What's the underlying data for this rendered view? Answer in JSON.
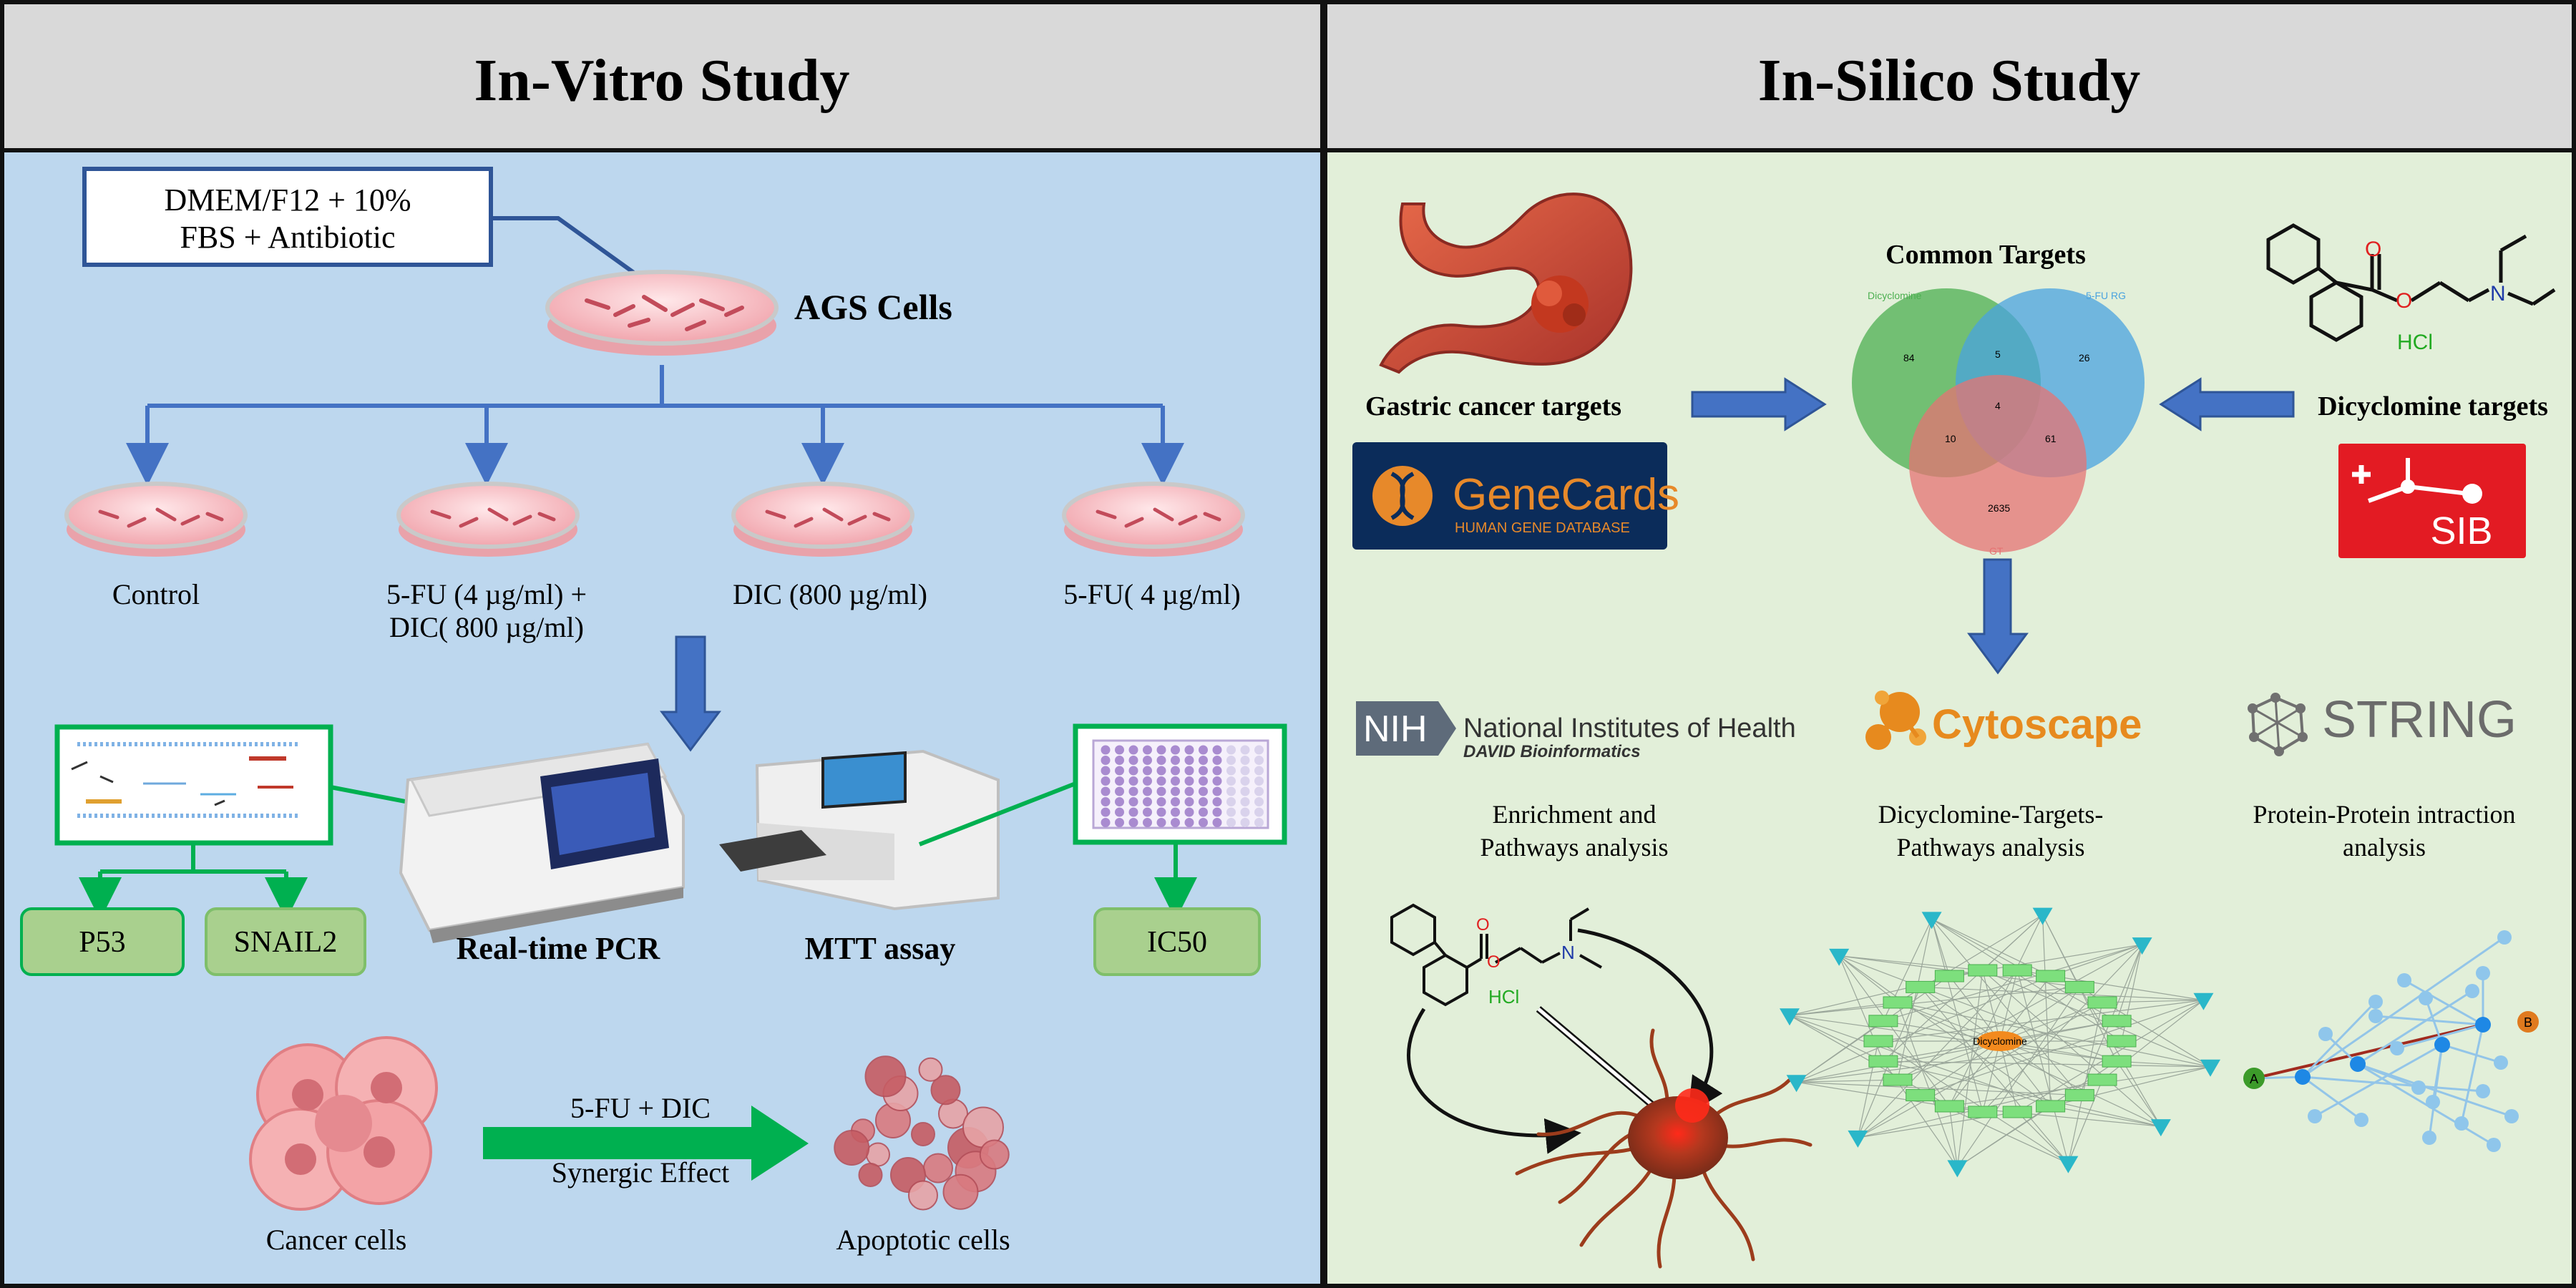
{
  "left_panel": {
    "title": "In-Vitro Study",
    "medium_line1": "DMEM/F12 + 10%",
    "medium_line2": "FBS + Antibiotic",
    "cells_label": "AGS Cells",
    "treatments": [
      {
        "line1": "Control",
        "line2": ""
      },
      {
        "line1": "5-FU (4 µg/ml) +",
        "line2": "DIC( 800 µg/ml)"
      },
      {
        "line1": "DIC (800 µg/ml)",
        "line2": ""
      },
      {
        "line1": "5-FU( 4 µg/ml)",
        "line2": ""
      }
    ],
    "pcr_label": "Real-time PCR",
    "mtt_label": "MTT assay",
    "genes": [
      "P53",
      "SNAIL2"
    ],
    "ic50_label": "IC50",
    "combo_label": "5-FU + DIC",
    "effect_label": "Synergic Effect",
    "cancer_cells_label": "Cancer cells",
    "apoptotic_cells_label": "Apoptotic cells"
  },
  "right_panel": {
    "title": "In-Silico Study",
    "gastric_label": "Gastric cancer targets",
    "genecards_name": "GeneCards",
    "genecards_sub": "HUMAN GENE DATABASE",
    "common_targets_label": "Common Targets",
    "venn": {
      "set_a": "Dicyclomine",
      "set_b": "5-FU RG",
      "set_c": "GT",
      "values": [
        "84",
        "5",
        "26",
        "4",
        "10",
        "61",
        "2635"
      ]
    },
    "dicyclomine_label": "Dicyclomine targets",
    "hcl_label": "HCl",
    "sib_label": "SIB",
    "nih_abbr": "NIH",
    "nih_name": "National Institutes of Health",
    "nih_sub": "DAVID Bioinformatics",
    "cytoscape_name": "Cytoscape",
    "string_name": "STRING",
    "analyses": [
      {
        "line1": "Enrichment and",
        "line2": "Pathways analysis"
      },
      {
        "line1": "Dicyclomine-Targets-",
        "line2": "Pathways analysis"
      },
      {
        "line1": "Protein-Protein intraction",
        "line2": "analysis"
      }
    ],
    "ppi_nodes": [
      "A",
      "B"
    ],
    "network_center": "Dicyclomine"
  },
  "colors": {
    "left_bg": "#bdd7ee",
    "right_bg": "#e2efd9",
    "header_bg": "#d9d9d9",
    "arrow_blue": "#4472c4",
    "box_green": "#00b050",
    "gene_fill": "#a9d08e",
    "dish_pink": "#f4b8bd"
  }
}
